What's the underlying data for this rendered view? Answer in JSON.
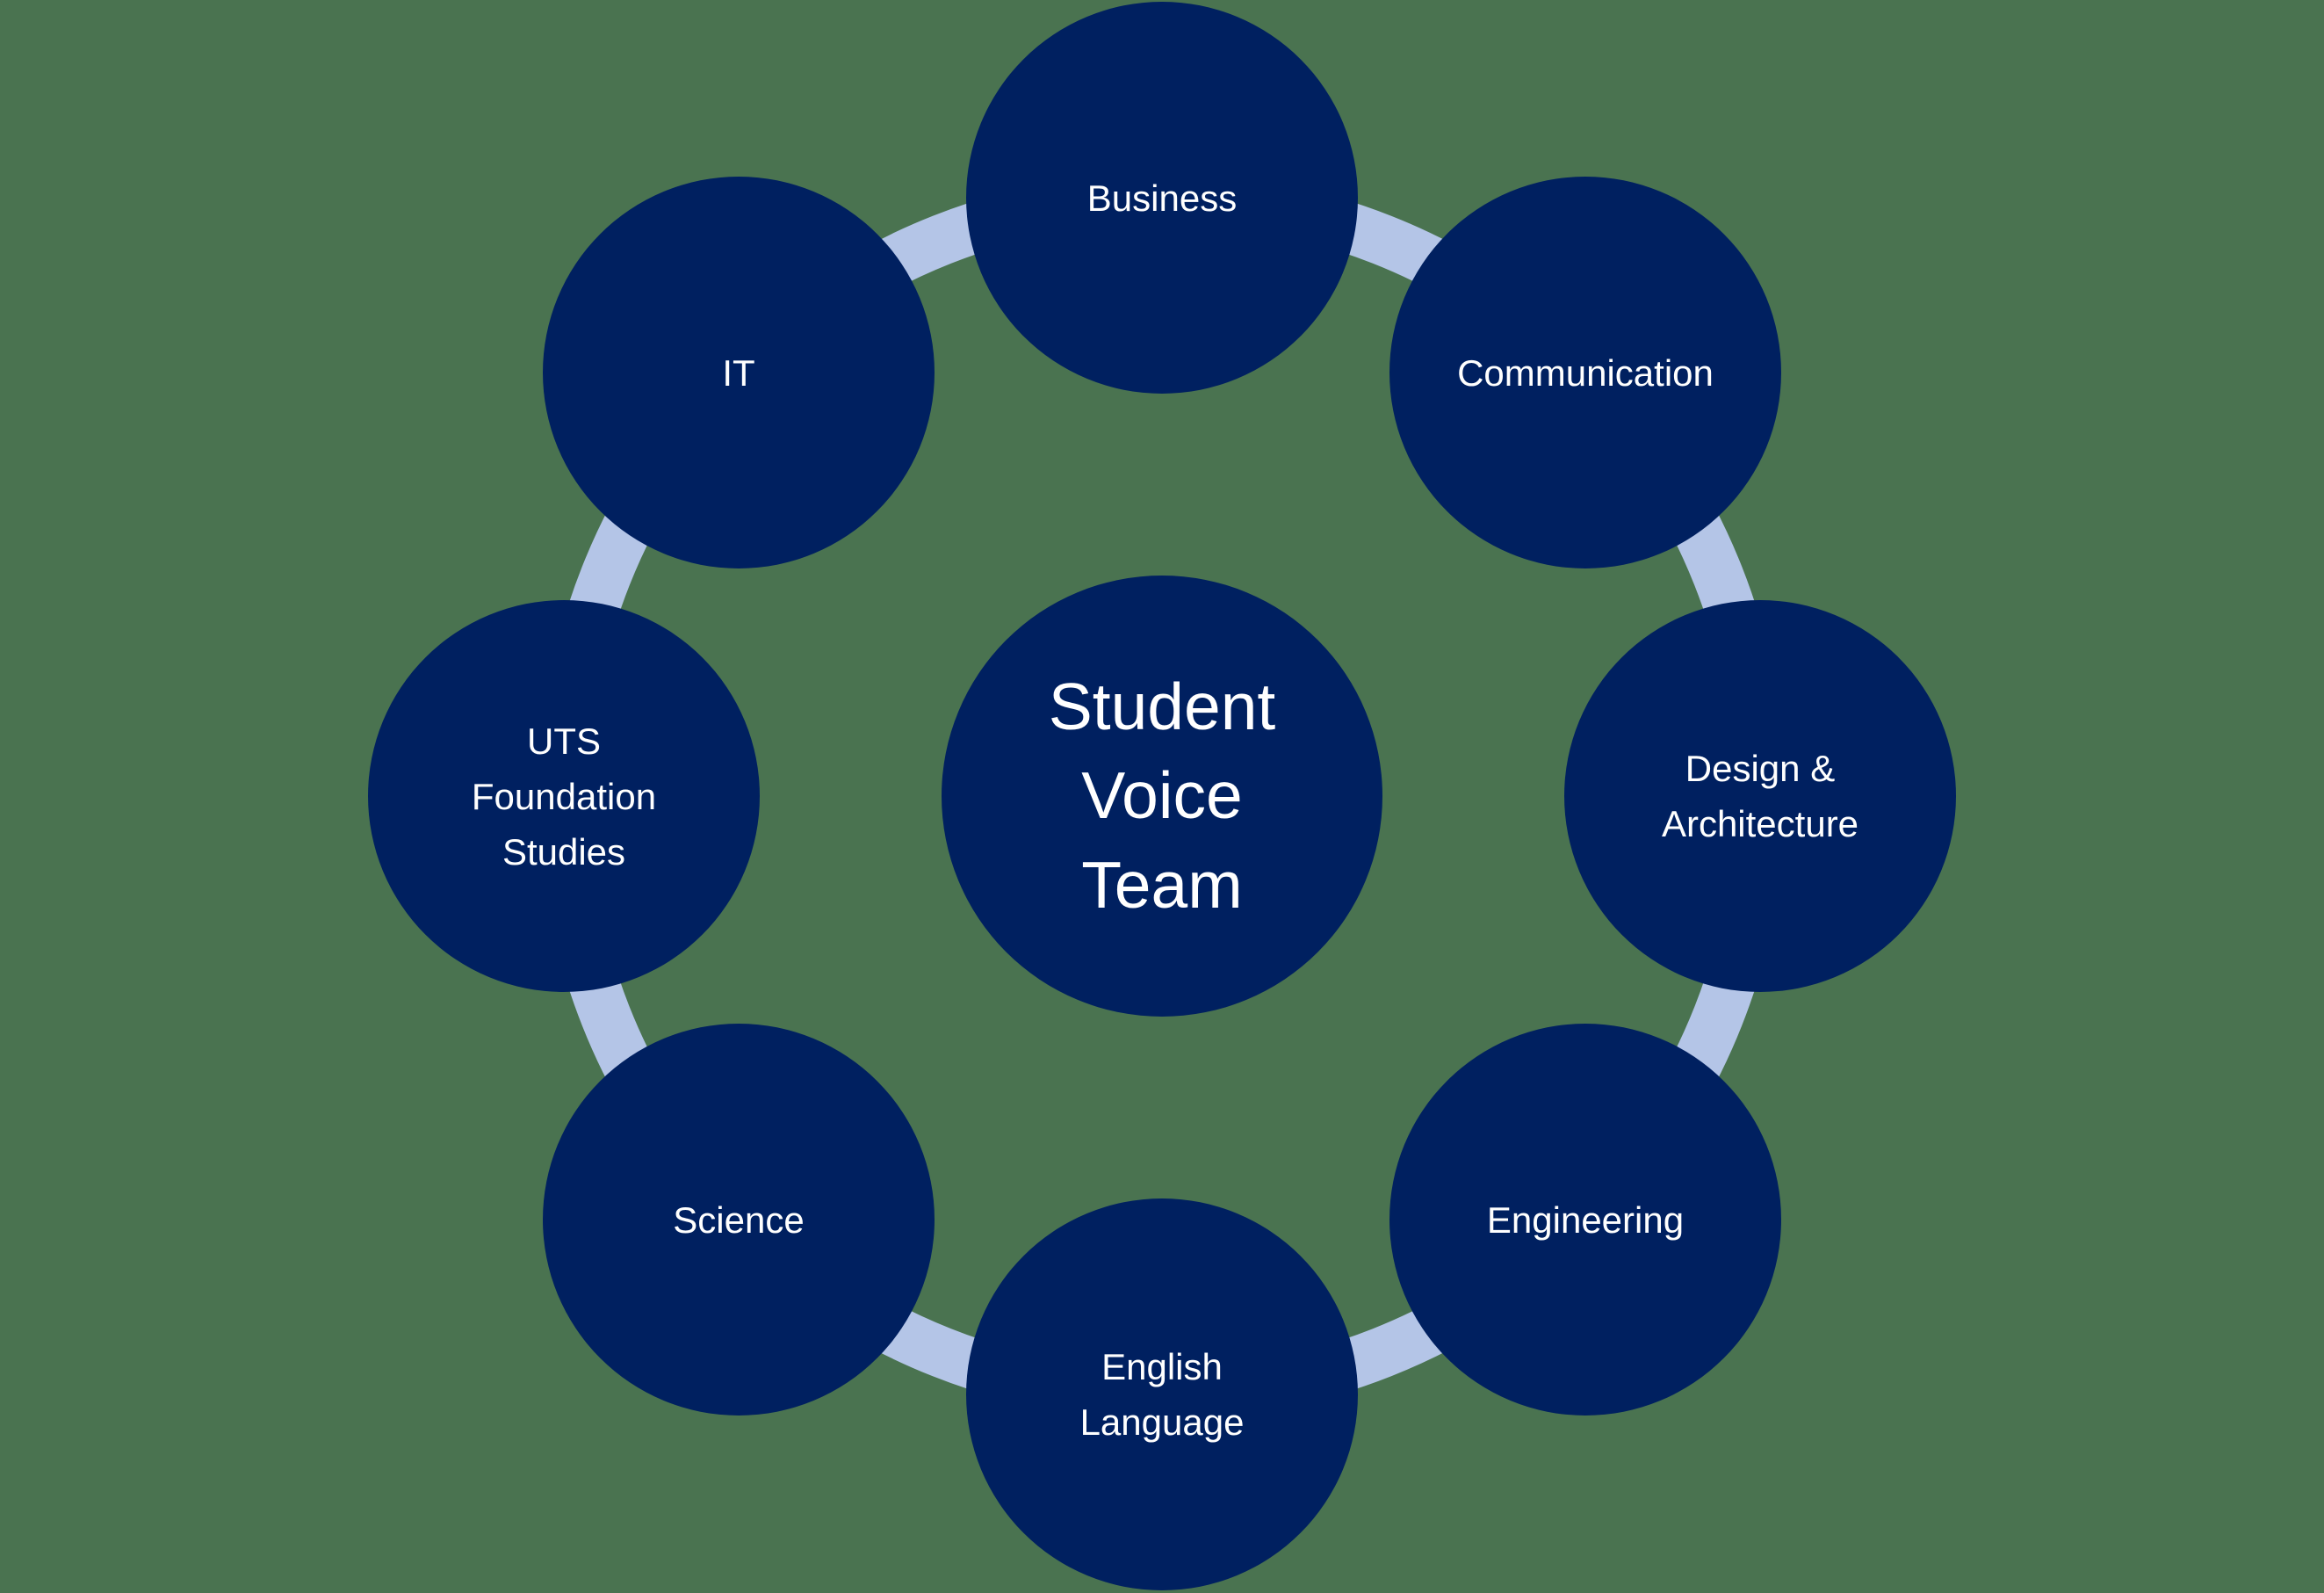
{
  "colors": {
    "background": "#4A7350",
    "node_fill": "#002060",
    "connector": "#B4C5E7",
    "label_text": "#FFFFFF"
  },
  "center": {
    "label": "Student\nVoice\nTeam"
  },
  "nodes": [
    {
      "id": "business",
      "label": "Business"
    },
    {
      "id": "communication",
      "label": "Communication"
    },
    {
      "id": "design-architecture",
      "label": "Design &\nArchitecture"
    },
    {
      "id": "engineering",
      "label": "Engineering"
    },
    {
      "id": "english-language",
      "label": "English\nLanguage"
    },
    {
      "id": "science",
      "label": "Science"
    },
    {
      "id": "uts-foundation-studies",
      "label": "UTS\nFoundation\nStudies"
    },
    {
      "id": "it",
      "label": "IT"
    }
  ]
}
